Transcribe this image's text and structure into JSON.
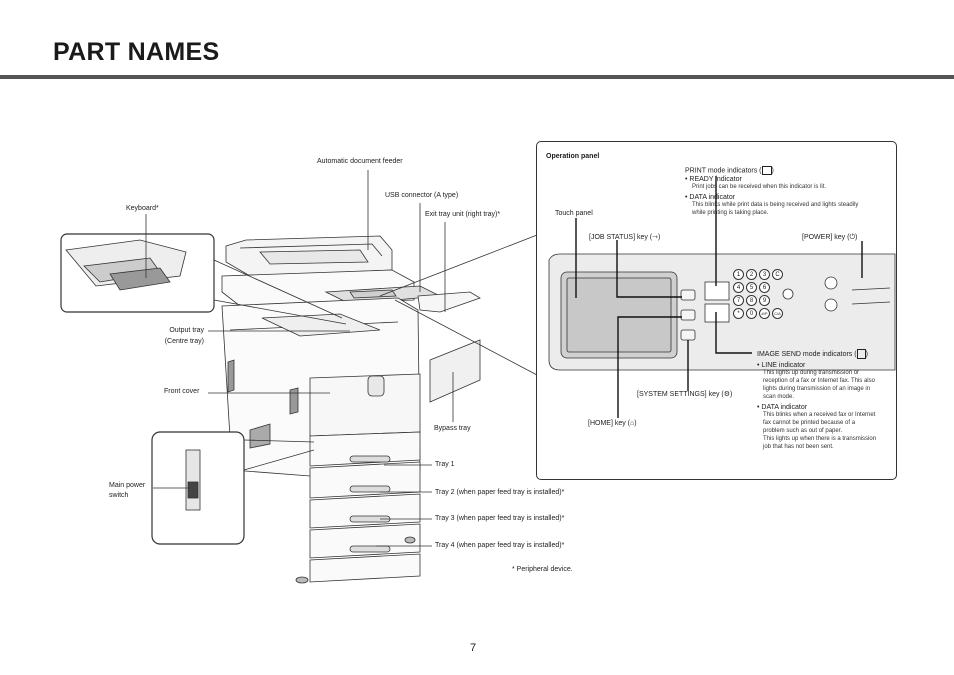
{
  "page": {
    "title": "PART NAMES",
    "page_number": "7",
    "footnote": "* Peripheral device."
  },
  "machine_labels": {
    "adf": "Automatic document feeder",
    "usb": "USB connector (A type)",
    "exit_tray": "Exit tray unit (right tray)*",
    "keyboard": "Keyboard*",
    "output_tray_1": "Output tray",
    "output_tray_2": "(Centre tray)",
    "front_cover": "Front cover",
    "bypass_tray": "Bypass tray",
    "main_power_1": "Main power",
    "main_power_2": "switch",
    "tray1": "Tray 1",
    "tray2": "Tray 2 (when paper feed tray is installed)*",
    "tray3": "Tray 3 (when paper feed tray is installed)*",
    "tray4": "Tray 4 (when paper feed tray is installed)*"
  },
  "operation_panel": {
    "title": "Operation panel",
    "print_mode": "PRINT mode indicators (",
    "ready_indicator": "• READY indicator",
    "ready_note": "Print jobs can be received when this indicator is lit.",
    "data_indicator": "• DATA indicator",
    "data_note_1": "This blinks while print data is being received and lights steadily",
    "data_note_2": "while printing is taking place.",
    "touch_panel": "Touch panel",
    "job_status_key": "[JOB STATUS] key (",
    "power_key": "[POWER] key (",
    "image_send": "IMAGE SEND mode indicators (",
    "line_indicator": "• LINE indicator",
    "line_note_1": "This lights up during transmission or",
    "line_note_2": "reception of a fax or Internet fax. This also",
    "line_note_3": "lights during transmission of an image in",
    "line_note_4": "scan mode.",
    "data2_indicator": "• DATA indicator",
    "data2_note_1": "This blinks when a received fax or Internet",
    "data2_note_2": "fax cannot be printed because of a",
    "data2_note_3": "problem such as out of paper.",
    "data2_note_4": "This lights up when there is a transmission",
    "data2_note_5": "job that has not been sent.",
    "system_settings_key": "[SYSTEM SETTINGS] key (",
    "home_key": "[HOME] key (",
    "close_paren": ")",
    "keypad": [
      "1",
      "2",
      "3",
      "C",
      "4",
      "5",
      "6",
      "7",
      "8",
      "9",
      "*",
      "0",
      "#/P",
      "C/A"
    ]
  },
  "colors": {
    "rule": "#555555",
    "panel_face": "#d9d9d9",
    "screen": "#c8c8c8",
    "line_art": "#333333"
  }
}
